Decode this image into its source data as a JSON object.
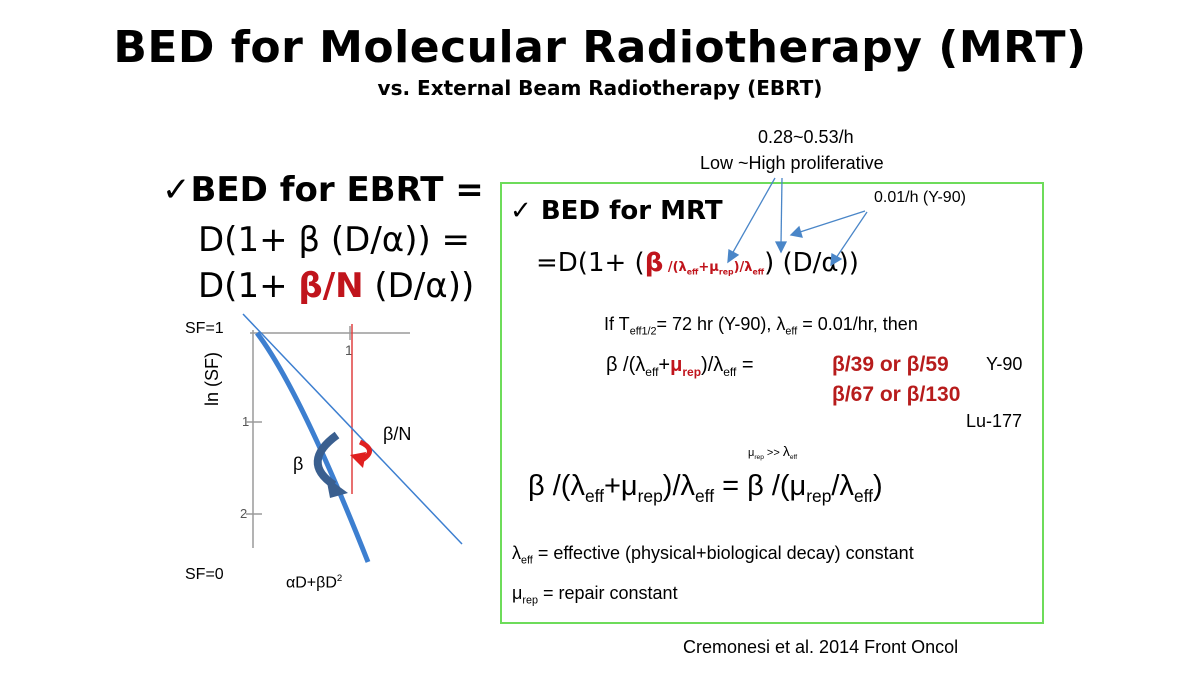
{
  "title": "BED for Molecular Radiotherapy (MRT)",
  "subtitle": "vs. External Beam Radiotherapy (EBRT)",
  "annotations": {
    "proliferation_rate": "0.28~0.53/h",
    "proliferation_label": "Low ~High proliferative",
    "y90_rate": "0.01/h (Y-90)"
  },
  "ebrt": {
    "check": "✓",
    "heading": "BED for EBRT =",
    "line1": "D(1+ β (D/α)) =",
    "line2_pre": "D(1+ ",
    "line2_red": "β/N",
    "line2_post": " (D/α))"
  },
  "mrt": {
    "check": "✓",
    "heading": "BED for MRT",
    "formula_pre": "=D(1+ (",
    "formula_beta": "β",
    "formula_sub_pre": " /(λ",
    "formula_sub_eff": "eff",
    "formula_sub_plus": "+μ",
    "formula_sub_rep": "rep",
    "formula_sub_close": ")/λ",
    "formula_sub_eff2": "eff",
    "formula_post": ") (D/α))",
    "if_pre": "If T",
    "if_sub": "eff1/2",
    "if_mid": "= 72 hr (Y-90), λ",
    "if_sub2": "eff",
    "if_post": " = 0.01/hr, then",
    "ratio_beta": "β /(λ",
    "ratio_eff": "eff",
    "ratio_plus": "+",
    "ratio_mu": "μ",
    "ratio_rep": "rep",
    "ratio_close": ")/λ",
    "ratio_eff2": "eff",
    "ratio_eq": " = ",
    "result_y90": "β/39 or β/59",
    "label_y90": "Y-90",
    "result_lu": "β/67 or β/130",
    "label_lu": "Lu-177",
    "cond_mu": "μ",
    "cond_rep": "rep",
    "cond_gg": " >> ",
    "cond_lambda": "λ",
    "cond_eff": "eff",
    "approx_left_a": "β /(λ",
    "approx_left_eff": "eff",
    "approx_left_plus": "+μ",
    "approx_left_rep": "rep",
    "approx_left_close": ")/λ",
    "approx_left_eff2": "eff",
    "approx_eq": " = ",
    "approx_right_a": "β /(μ",
    "approx_right_rep": "rep",
    "approx_right_mid": "/λ",
    "approx_right_eff": "eff",
    "approx_right_close": ")",
    "def_lambda": "λ",
    "def_lambda_sub": "eff",
    "def_lambda_text": " = effective (physical+biological decay) constant",
    "def_mu": "μ",
    "def_mu_sub": "rep",
    "def_mu_text": " = repair constant"
  },
  "plot": {
    "sf_top": "SF=1",
    "sf_bottom": "SF=0",
    "ylabel": "ln (SF)",
    "tick_x": "1",
    "tick_y1": "1",
    "tick_y2": "2",
    "beta_label": "β",
    "beta_n_label": "β/N",
    "lq_pre": "αD+βD",
    "lq_sup": "2"
  },
  "citation": "Cremonesi et al. 2014 Front Oncol",
  "colors": {
    "accent_red": "#c0141c",
    "box_green": "#6ddc5a",
    "arrow_blue": "#4a86c8",
    "curve_blue": "#3d7fd0"
  }
}
